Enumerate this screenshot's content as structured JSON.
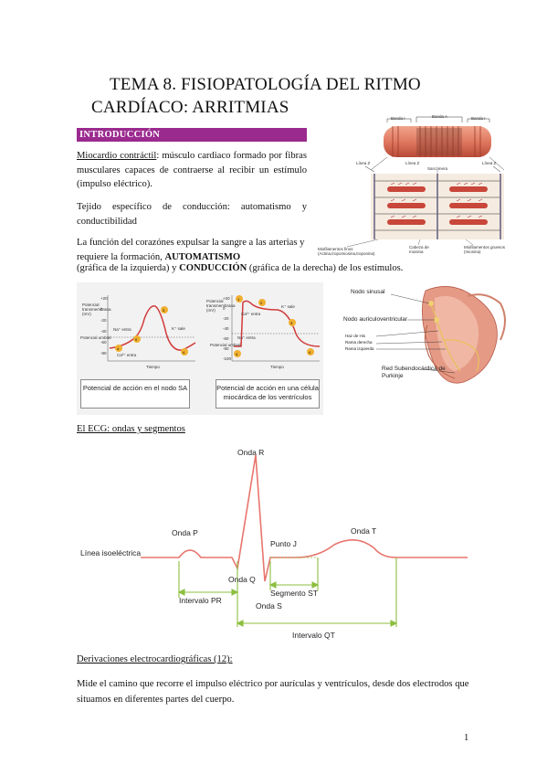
{
  "title": {
    "line1": "TEMA 8. FISIOPATOLOGÍA DEL RITMO",
    "line2": "CARDÍACO: ARRITMIAS"
  },
  "section": {
    "label": "INTRODUCCIÓN"
  },
  "intro": {
    "miocardio_term": "Miocardio contráctil",
    "miocardio_text": ": músculo cardiaco formado por fibras musculares capaces de contraerse al recibir un estímulo (impulso eléctrico).",
    "tejido_text": "Tejido específico de conducción: automatismo y conductibilidad",
    "funcion_text_1": "La función del corazónes expulsar la sangre a las arterias y requiere la formación, ",
    "funcion_bold_1": "AUTOMATISMO",
    "funcion_text_2": " (gráfica de la izquierda) y ",
    "funcion_bold_2": "CONDUCCIÓN",
    "funcion_text_3": " (gráfica de la derecha) de los estímulos."
  },
  "sarcomere_figure": {
    "banda_i_left": "Banda I",
    "banda_a": "Banda A",
    "banda_i_right": "Banda I",
    "linea_z_left": "Línea Z",
    "linea_z_mid": "Línea Z",
    "linea_z_right": "Línea Z",
    "sarcomera": "Sarcómera",
    "miofilamentos_finos": "Miofilamentos finos (Actina,tropomiosina,troponina)",
    "cabeza_miosina": "Cabeza de miosina",
    "miofilamentos_gruesos": "Miofilamentos gruesos (miosina)"
  },
  "action_potential": {
    "left_caption": "Potencial de acción en el nodo SA",
    "right_caption": "Potencial de acción en una célula miocárdica de los ventrículos",
    "left_y_axis": "Potencial transmembrana (mV)",
    "right_y_axis": "Potencial transmembrana (mV)",
    "x_axis": "Tiempo",
    "na_entra": "Na⁺ entra",
    "ca_entra": "Ca²⁺ entra",
    "k_sale": "K⁺ sale",
    "umbral": "Potencial umbral",
    "left_ticks": [
      "+20",
      "0",
      "-20",
      "-40",
      "-60",
      "-80"
    ],
    "right_ticks": [
      "+20",
      "0",
      "-20",
      "-40",
      "-60",
      "-80",
      "-100"
    ]
  },
  "conduction_figure": {
    "nodo_sinusal": "Nodo sinusal",
    "nodo_av": "Nodo auriculoventricular",
    "haz_his": "Haz de His",
    "rama_derecha": "Rama derecha",
    "rama_izquierda": "Rama izquierda",
    "red_purkinje": "Red Subendocárdica de Purkinje"
  },
  "ecg": {
    "heading": "El ECG: ondas y segmentos",
    "onda_r": "Onda R",
    "onda_p": "Onda P",
    "onda_q": "Onda Q",
    "onda_s": "Onda S",
    "onda_t": "Onda T",
    "punto_j": "Punto J",
    "linea_iso": "Línea isoeléctrica",
    "intervalo_pr": "Intervalo PR",
    "segmento_st": "Segmento ST",
    "intervalo_qt": "Intervalo QT"
  },
  "derivaciones": {
    "heading": "Derivaciones electrocardiográficas (12):",
    "text": "Mide el camino que recorre el impulso eléctrico por aurículas y ventrículos, desde dos electrodos que situamos en diferentes partes del cuerpo."
  },
  "page_number": "1",
  "colors": {
    "section_bar": "#9b2a8f",
    "ecg_line": "#e8756d",
    "interval_green": "#8cbf3f",
    "muscle_red": "#c8463a"
  }
}
